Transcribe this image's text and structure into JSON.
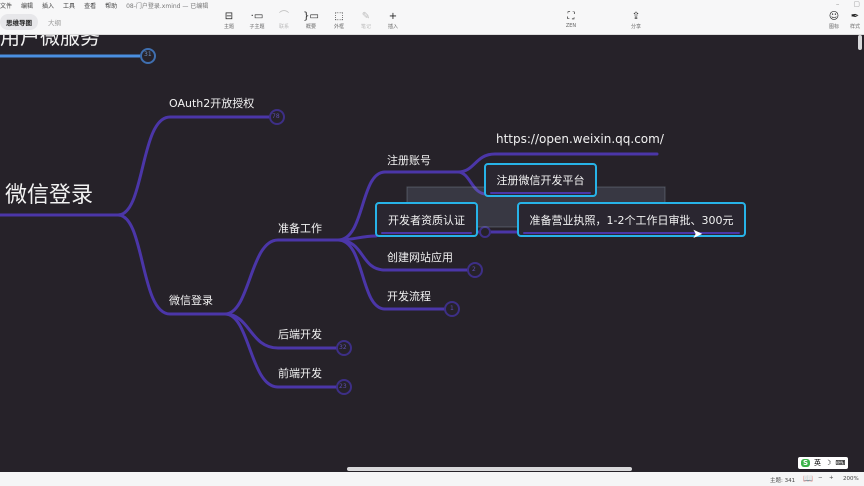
{
  "menu": [
    "文件",
    "编辑",
    "插入",
    "工具",
    "查看",
    "帮助"
  ],
  "window_title": "08-门户登录.xmind — 已编辑",
  "view_tabs": [
    "思维导图",
    "大纲"
  ],
  "toolbar": [
    {
      "label": "主题",
      "icon": "topic-icon",
      "glyph": "⊟",
      "enabled": true
    },
    {
      "label": "子主题",
      "icon": "subtopic-icon",
      "glyph": "·▭",
      "enabled": true
    },
    {
      "label": "联系",
      "icon": "relationship-icon",
      "glyph": "⌒",
      "enabled": false
    },
    {
      "label": "概要",
      "icon": "summary-icon",
      "glyph": "}▭",
      "enabled": true
    },
    {
      "label": "外框",
      "icon": "boundary-icon",
      "glyph": "⬚",
      "enabled": true
    },
    {
      "label": "笔记",
      "icon": "notes-icon",
      "glyph": "✎",
      "enabled": false
    },
    {
      "label": "插入",
      "icon": "plus-icon",
      "glyph": "+",
      "enabled": true
    }
  ],
  "zen": {
    "label": "ZEN",
    "glyph": "⛶"
  },
  "share": {
    "label": "分享",
    "glyph": "⇪"
  },
  "right_tools": [
    {
      "label": "图标",
      "glyph": "☺"
    },
    {
      "label": "样式",
      "glyph": "✒"
    }
  ],
  "mindmap": {
    "partial_top_topic": "用户微服务",
    "root": "微信登录",
    "oauth": "OAuth2开放授权",
    "wechat_login": "微信登录",
    "prep": "准备工作",
    "register": "注册账号",
    "url": "https://open.weixin.qq.com/",
    "register_platform": "注册微信开发平台",
    "dev_cert": "开发者资质认证",
    "license": "准备营业执照，1-2个工作日审批、300元",
    "create_site": "创建网站应用",
    "dev_flow": "开发流程",
    "backend": "后端开发",
    "frontend": "前端开发",
    "badges": {
      "top": "31",
      "oauth": "78",
      "create_site": "2",
      "dev_flow": "1",
      "backend": "32",
      "frontend": "23"
    }
  },
  "status": {
    "topics": "主题: 341",
    "zoom": "200%",
    "ime": "英"
  },
  "colors": {
    "canvas": "#262229",
    "branch": "#4b36a8",
    "selected": "#27b3e8",
    "top_branch": "#4a8fe0"
  }
}
